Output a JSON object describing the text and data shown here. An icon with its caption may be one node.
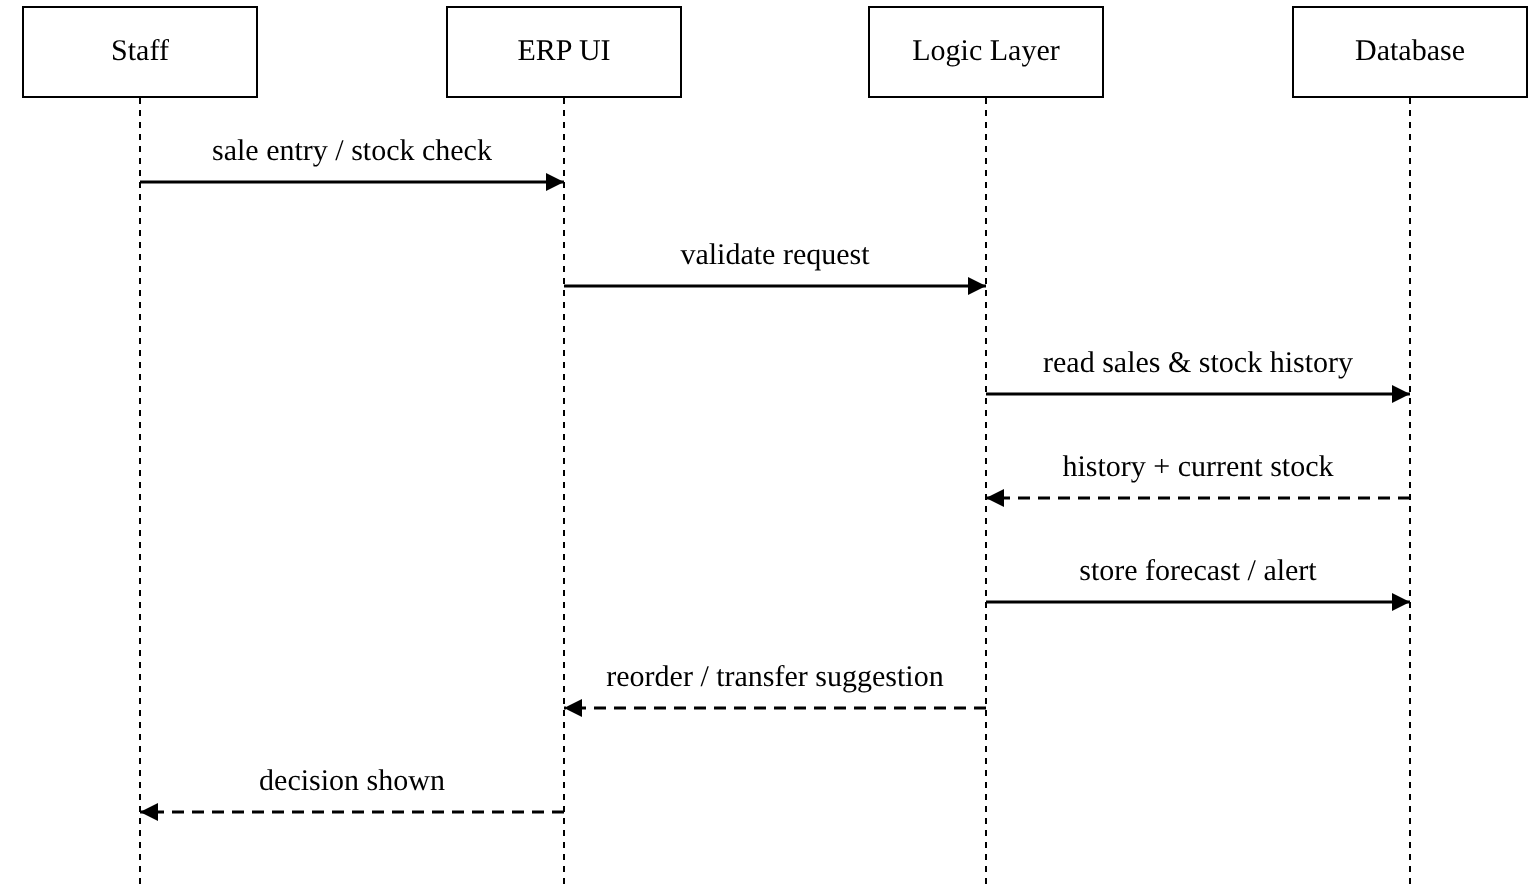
{
  "diagram": {
    "nodes": [
      {
        "text": [
          "Staff"
        ]
      },
      {
        "text": [
          "ERP UI"
        ]
      },
      {
        "text": [
          "Logic Layer"
        ]
      },
      {
        "text": [
          "Database"
        ]
      }
    ],
    "edges": [
      {
        "from": 0,
        "to": 1,
        "arrow": "to",
        "label": "sale entry / stock check"
      },
      {
        "from": 1,
        "to": 2,
        "arrow": "to",
        "label": "validate request"
      },
      {
        "from": 2,
        "to": 3,
        "arrow": "to",
        "label": "read sales & stock history"
      },
      {
        "from": 3,
        "to": 2,
        "arrow": "to",
        "label": "history + current stock",
        "style": "dashed"
      },
      {
        "from": 2,
        "to": 3,
        "arrow": "to",
        "label": "store forecast / alert"
      },
      {
        "from": 2,
        "to": 1,
        "arrow": "to",
        "label": "reorder / transfer suggestion",
        "style": "dashed"
      },
      {
        "from": 1,
        "to": 0,
        "arrow": "to",
        "label": "decision shown",
        "style": "dashed"
      }
    ]
  }
}
